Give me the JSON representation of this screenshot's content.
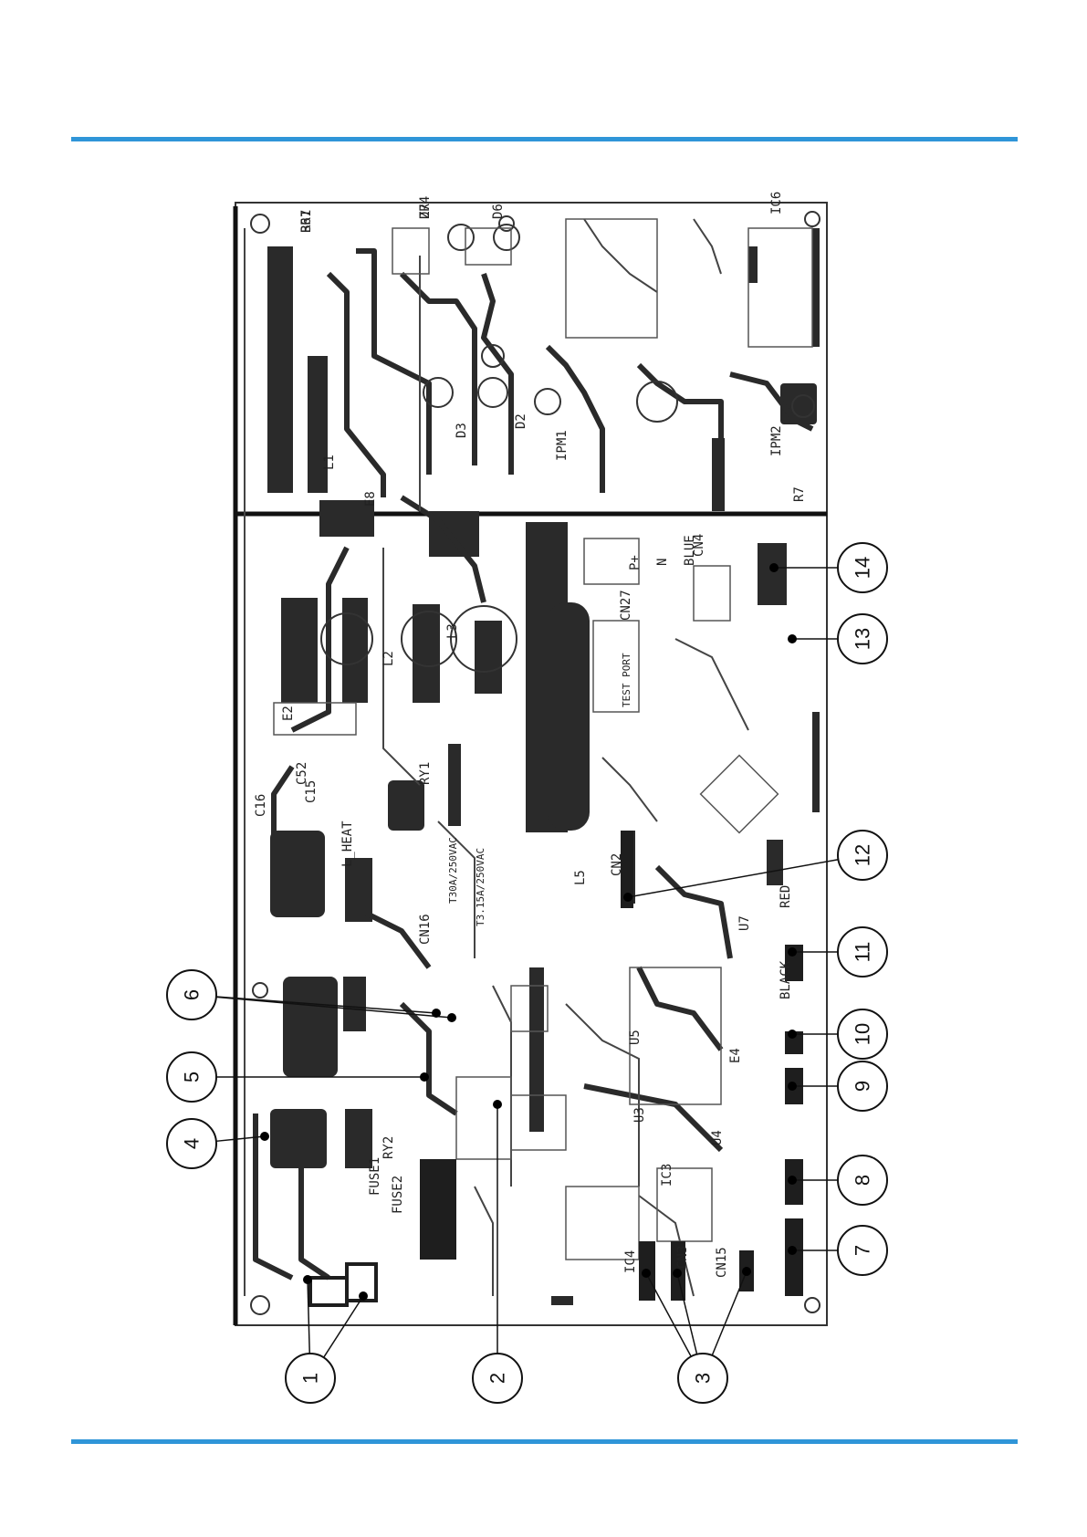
{
  "theme": {
    "rule_color": "#2f95d8",
    "ink_color": "#222222",
    "board_outline": "#333333",
    "paper": "#ffffff"
  },
  "board": {
    "silkscreen_labels": [
      "BR1",
      "D7",
      "D6",
      "IC6",
      "IPM1",
      "IPM2",
      "D2",
      "D3",
      "L1",
      "L2",
      "L3",
      "C16",
      "C15",
      "CN3",
      "CN15",
      "CN2",
      "CN27",
      "CN4",
      "CN16",
      "RY1",
      "RY2",
      "FUSE1",
      "FUSE2",
      "T30A/250VAC",
      "T3.15A/250VAC",
      "IC4",
      "IC3",
      "U3",
      "U4",
      "U5",
      "U7",
      "E4",
      "E8",
      "L5",
      "R7",
      "P+",
      "N",
      "BLUE",
      "RED",
      "BLACK",
      "TEST PORT",
      "L_HEAT",
      "E2",
      "C52",
      "R67",
      "ZR4"
    ]
  },
  "callouts": [
    {
      "label": "1"
    },
    {
      "label": "2"
    },
    {
      "label": "3"
    },
    {
      "label": "4"
    },
    {
      "label": "5"
    },
    {
      "label": "6"
    },
    {
      "label": "7"
    },
    {
      "label": "8"
    },
    {
      "label": "9"
    },
    {
      "label": "10"
    },
    {
      "label": "11"
    },
    {
      "label": "12"
    },
    {
      "label": "13"
    },
    {
      "label": "14"
    }
  ]
}
